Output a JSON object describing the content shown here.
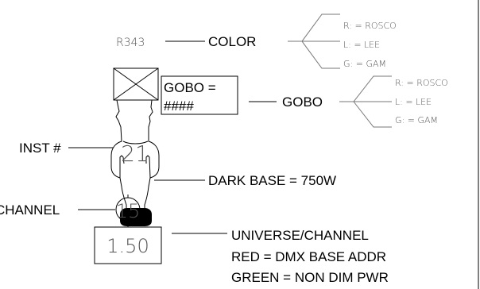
{
  "instrument": {
    "color_frame_label": "R343",
    "instrument_number": "21",
    "channel_number": "15",
    "dimmer_address": "1.50"
  },
  "callouts": {
    "color": "COLOR",
    "gobo_box_line1": "GOBO =",
    "gobo_box_line2": "####",
    "gobo": "GOBO",
    "inst_number": "INST #",
    "dark_base": "DARK BASE = 750W",
    "channel": "CHANNEL",
    "universe_channel": "UNIVERSE/CHANNEL",
    "red_note": "RED = DMX BASE ADDR",
    "green_note": "GREEN = NON DIM PWR"
  },
  "color_legend": [
    "R: = ROSCO",
    "L: = LEE",
    "G: = GAM"
  ],
  "gobo_legend": [
    "R: = ROSCO",
    "L: = LEE",
    "G: = GAM"
  ]
}
